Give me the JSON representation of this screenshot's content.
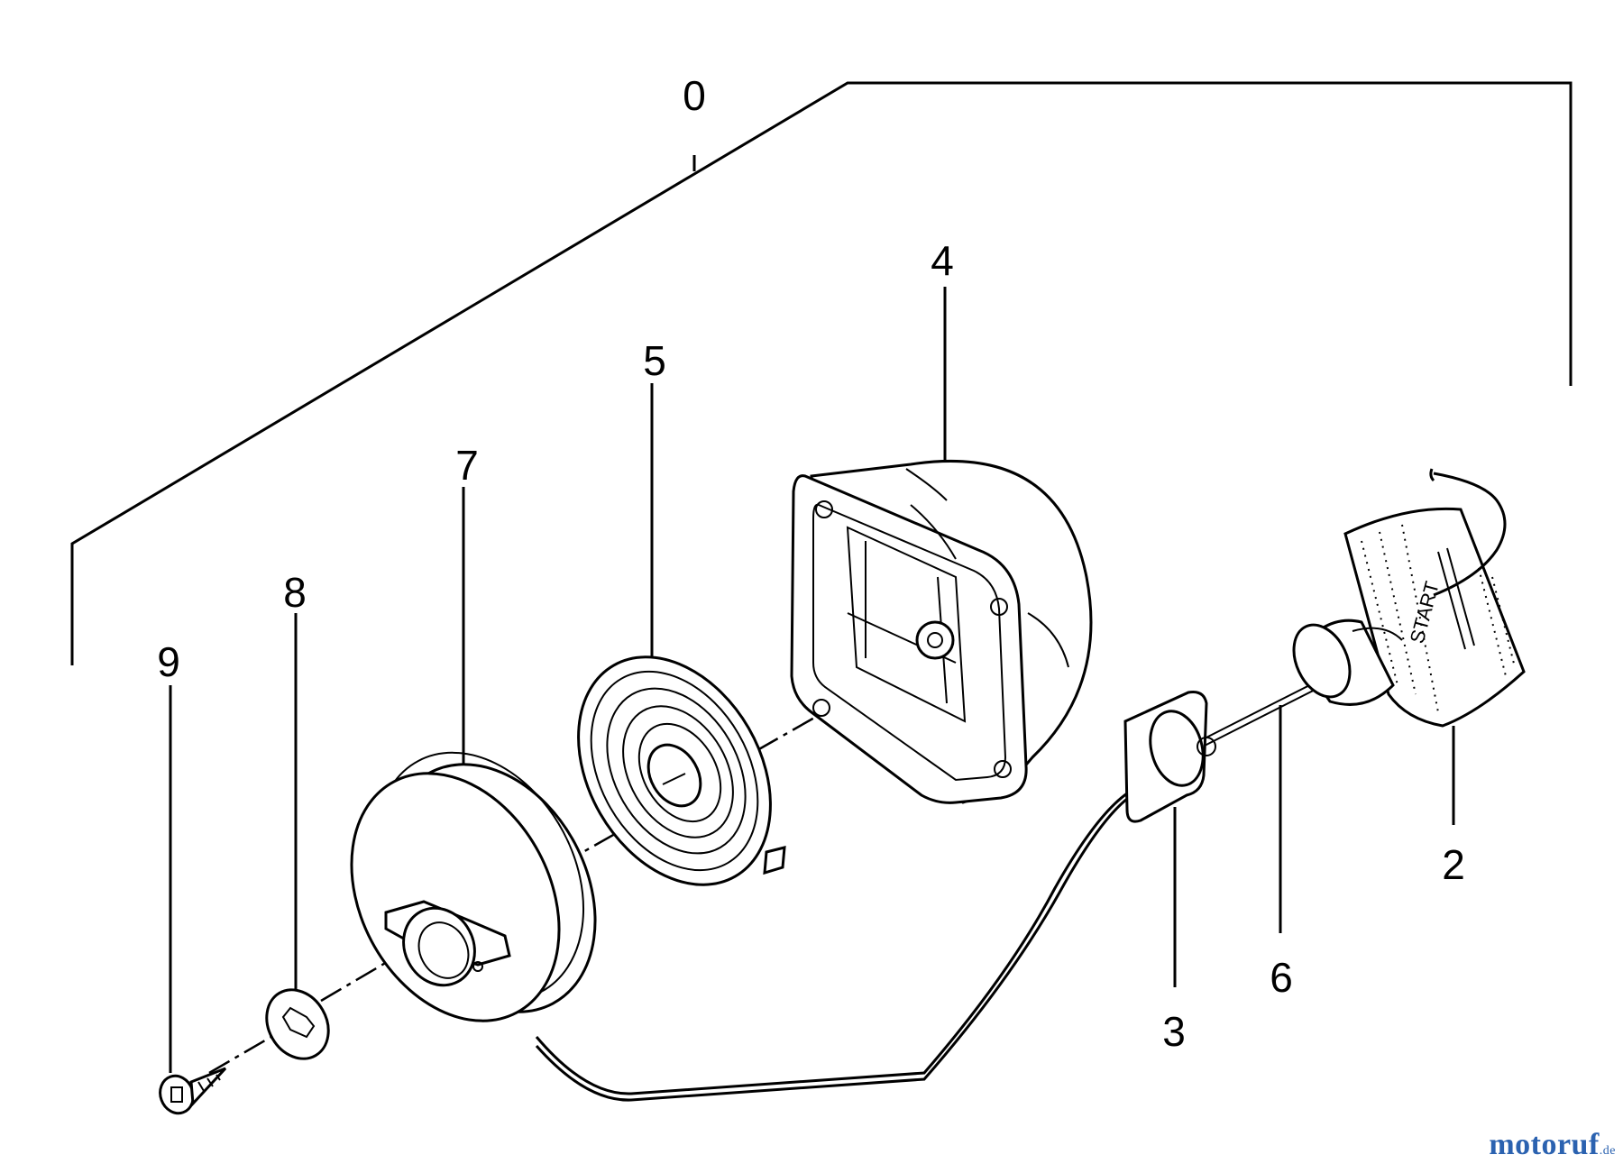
{
  "diagram": {
    "part_labels": {
      "p0": "0",
      "p2": "2",
      "p3": "3",
      "p4": "4",
      "p5": "5",
      "p6": "6",
      "p7": "7",
      "p8": "8",
      "p9": "9"
    },
    "handle_text": "START"
  },
  "watermark": {
    "part_a": "motoruf",
    "part_b": "",
    "suffix": ".de"
  },
  "colors": {
    "line": "#000000",
    "background": "#ffffff",
    "watermark_blue": "#2b62b0",
    "watermark_orange": "#e06a1a"
  }
}
